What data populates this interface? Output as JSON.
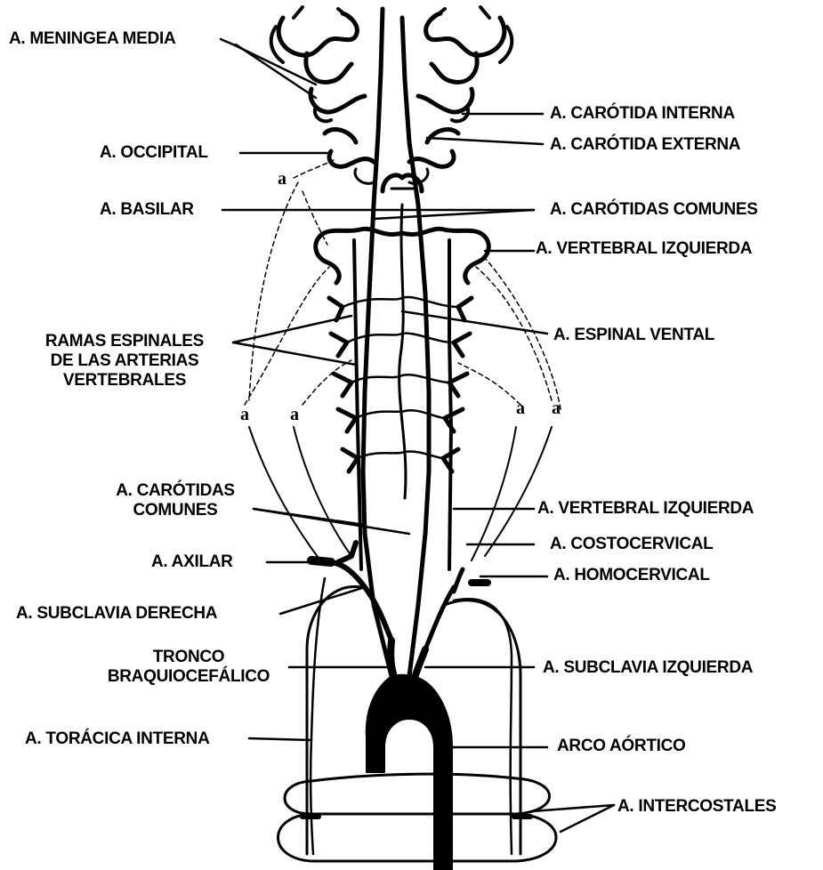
{
  "labels": {
    "meningea_media": "A. MENINGEA MEDIA",
    "carotida_interna": "A. CARÓTIDA INTERNA",
    "occipital": "A. OCCIPITAL",
    "carotida_externa": "A. CARÓTIDA EXTERNA",
    "basilar": "A. BASILAR",
    "carotidas_comunes_top": "A. CARÓTIDAS COMUNES",
    "vertebral_izq_top": "A. VERTEBRAL IZQUIERDA",
    "ramas_espinales": [
      "RAMAS ESPINALES",
      "DE LAS ARTERIAS",
      "VERTEBRALES"
    ],
    "espinal_ventral": "A. ESPINAL VENTAL",
    "carotidas_comunes_mid": [
      "A. CARÓTIDAS",
      "COMUNES"
    ],
    "vertebral_izq_mid": "A. VERTEBRAL IZQUIERDA",
    "axilar": "A. AXILAR",
    "costocervical": "A. COSTOCERVICAL",
    "homocervical": "A. HOMOCERVICAL",
    "subclavia_derecha": "A. SUBCLAVIA DERECHA",
    "tronco": [
      "TRONCO",
      "BRAQUIOCEFÁLICO"
    ],
    "subclavia_izquierda": "A. SUBCLAVIA IZQUIERDA",
    "toracica_interna": "A. TORÁCICA INTERNA",
    "arco_aortico": "ARCO AÓRTICO",
    "intercostales": "A. INTERCOSTALES"
  },
  "marks": {
    "a1": "a",
    "a2": "a",
    "a3": "a",
    "a4": "a",
    "a5": "a"
  }
}
